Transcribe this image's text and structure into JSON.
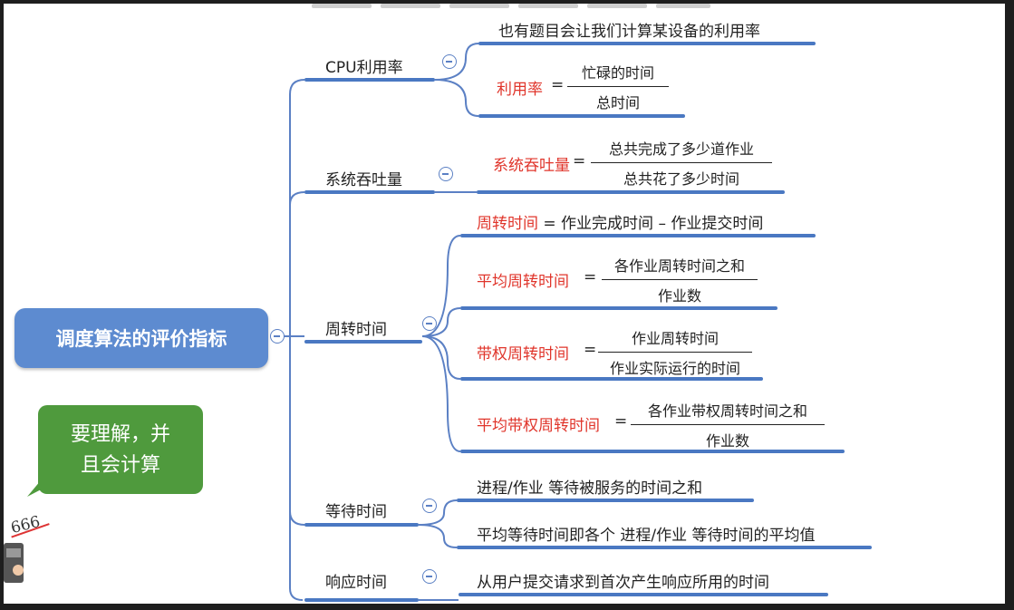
{
  "colors": {
    "root_fill": "#5d8bd0",
    "connector": "#5b80c4",
    "underline": "#4a78c2",
    "highlight_red": "#e0352b",
    "note_fill": "#4f9a3d"
  },
  "root": {
    "label": "调度算法的评价指标"
  },
  "note": {
    "line1": "要理解，并",
    "line2": "且会计算"
  },
  "sticker": {
    "text": "666"
  },
  "branches": {
    "cpu": {
      "label": "CPU利用率",
      "remark": "也有题目会让我们计算某设备的利用率",
      "formula": {
        "term": "利用率",
        "eq": "=",
        "numerator": "忙碌的时间",
        "denominator": "总时间"
      }
    },
    "throughput": {
      "label": "系统吞吐量",
      "formula": {
        "term": "系统吞吐量",
        "eq": "=",
        "numerator": "总共完成了多少道作业",
        "denominator": "总共花了多少时间"
      }
    },
    "turnaround": {
      "label": "周转时间",
      "def": {
        "term": "周转时间",
        "rest": " = 作业完成时间 – 作业提交时间"
      },
      "avg": {
        "term": "平均周转时间",
        "eq": "=",
        "numerator": "各作业周转时间之和",
        "denominator": "作业数"
      },
      "weighted": {
        "term": "带权周转时间",
        "eq": "=",
        "numerator": "作业周转时间",
        "denominator": "作业实际运行的时间"
      },
      "avg_weighted": {
        "term": "平均带权周转时间",
        "eq": "=",
        "numerator": "各作业带权周转时间之和",
        "denominator": "作业数"
      }
    },
    "waiting": {
      "label": "等待时间",
      "item1": "进程/作业 等待被服务的时间之和",
      "item2": "平均等待时间即各个 进程/作业 等待时间的平均值"
    },
    "response": {
      "label": "响应时间",
      "item1": "从用户提交请求到首次产生响应所用的时间"
    }
  }
}
